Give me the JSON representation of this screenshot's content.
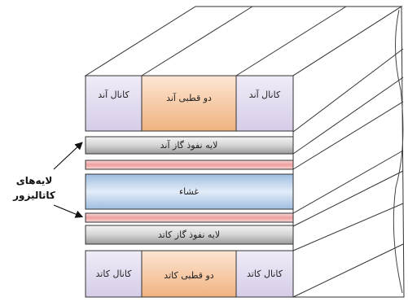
{
  "labels": {
    "anode_channel_left": "کانال آند",
    "anode_bipolar": "دو قطبی آند",
    "anode_channel_right": "کانال آند",
    "anode_gdl": "لایه نفوذ گاز آند",
    "membrane": "غشاء",
    "cathode_gdl": "لایه نفوذ گاز کاتد",
    "cathode_channel_left": "کانال کاتد",
    "cathode_bipolar": "دو قطبی کاتد",
    "cathode_channel_right": "کانال کاتد",
    "catalyst_line1": "لایه‌های",
    "catalyst_line2": "کاتالیزور"
  },
  "colors": {
    "channel": "#e0d8ee",
    "bipolar": "#f3c49b",
    "gdl": "#d0d0d0",
    "membrane": "#bcd3ec",
    "catalyst": "#f4c6c6",
    "outline": "#333333"
  }
}
